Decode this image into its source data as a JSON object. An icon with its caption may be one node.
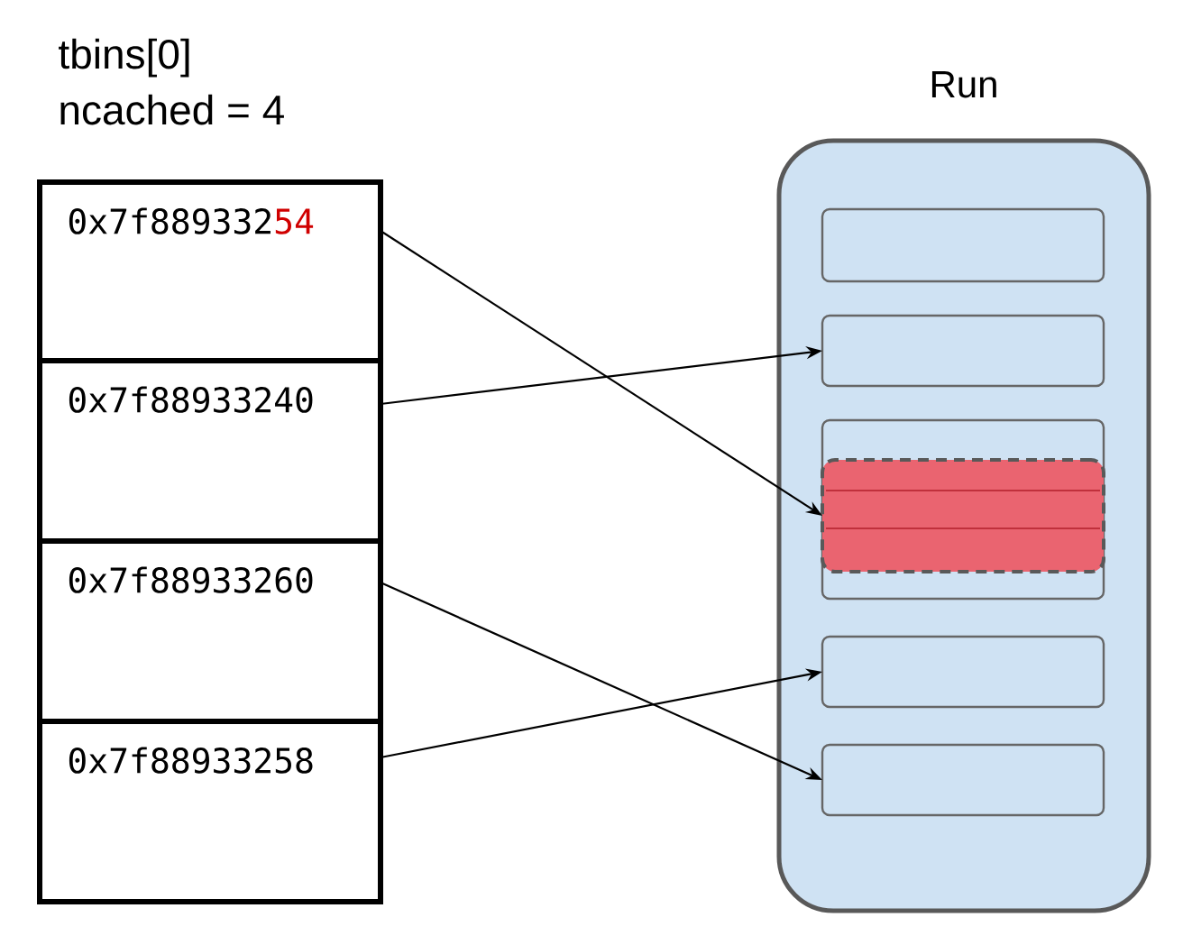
{
  "diagram": {
    "nodes": [
      {
        "text": [
          "0x7f889332",
          "54"
        ]
      },
      {
        "text": [
          "0x7f88933240"
        ]
      },
      {
        "text": [
          "0x7f88933260"
        ]
      },
      {
        "text": [
          "0x7f88933258"
        ]
      },
      {
        "text": [
          "Run"
        ]
      },
      {
        "text": [],
        "shape": "box",
        "in": 4
      },
      {
        "text": [],
        "shape": "box",
        "in": 4
      },
      {
        "text": [],
        "shape": "box",
        "in": 4
      },
      {
        "text": [],
        "shape": "box",
        "in": 7
      },
      {
        "text": [],
        "shape": "box",
        "in": 4
      },
      {
        "text": [],
        "shape": "box",
        "in": 4
      }
    ],
    "edges": [
      {
        "from": 0,
        "to": 8,
        "arrow": "to"
      },
      {
        "from": 1,
        "to": 6,
        "arrow": "to"
      },
      {
        "from": 2,
        "to": 10,
        "arrow": "to"
      },
      {
        "from": 3,
        "to": 9,
        "arrow": "to"
      }
    ],
    "labels": [
      "tbins[0]",
      "ncached = 4"
    ]
  }
}
